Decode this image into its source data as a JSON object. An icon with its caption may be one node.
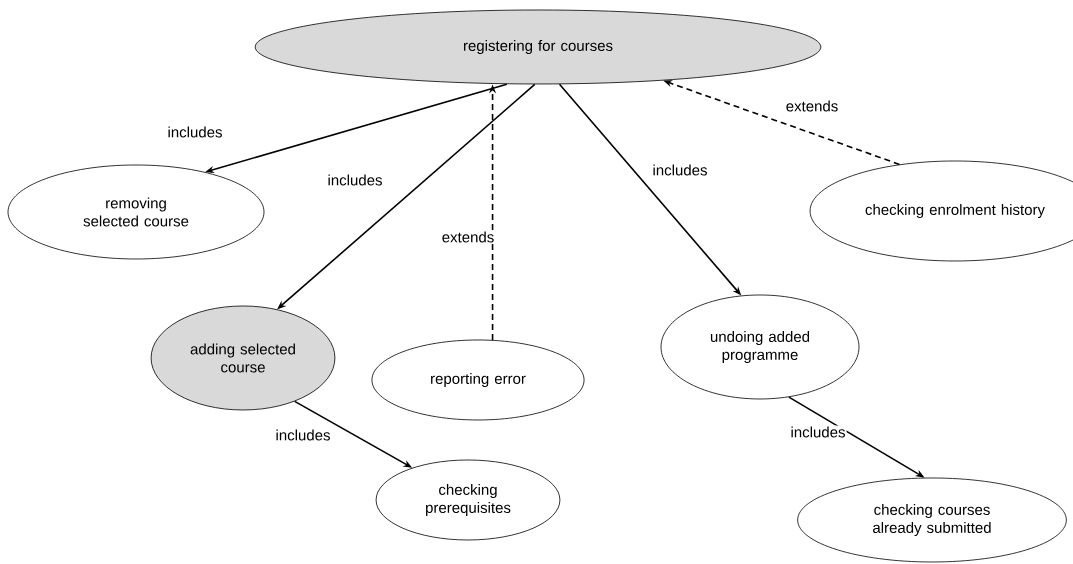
{
  "diagram": {
    "nodes": [
      {
        "text": [
          "registering for courses"
        ]
      },
      {
        "text": [
          "removing selected course"
        ]
      },
      {
        "text": [
          "checking enrolment history"
        ]
      },
      {
        "text": [
          "adding selected course"
        ]
      },
      {
        "text": [
          "reporting error"
        ]
      },
      {
        "text": [
          "undoing added programme"
        ]
      },
      {
        "text": [
          "checking prerequisites"
        ]
      },
      {
        "text": [
          "checking courses already submitted"
        ]
      }
    ],
    "edges": [
      {
        "from": 0,
        "to": 1,
        "arrow": "to",
        "label": "includes"
      },
      {
        "from": 0,
        "to": 3,
        "arrow": "to",
        "label": "includes"
      },
      {
        "from": 4,
        "to": 0,
        "arrow": "to",
        "label": "extends",
        "style": "dashed"
      },
      {
        "from": 0,
        "to": 5,
        "arrow": "to",
        "label": "includes"
      },
      {
        "from": 2,
        "to": 0,
        "arrow": "to",
        "label": "extends",
        "style": "dashed"
      },
      {
        "from": 3,
        "to": 6,
        "arrow": "to",
        "label": "includes"
      },
      {
        "from": 5,
        "to": 7,
        "arrow": "to",
        "label": "includes"
      }
    ]
  }
}
